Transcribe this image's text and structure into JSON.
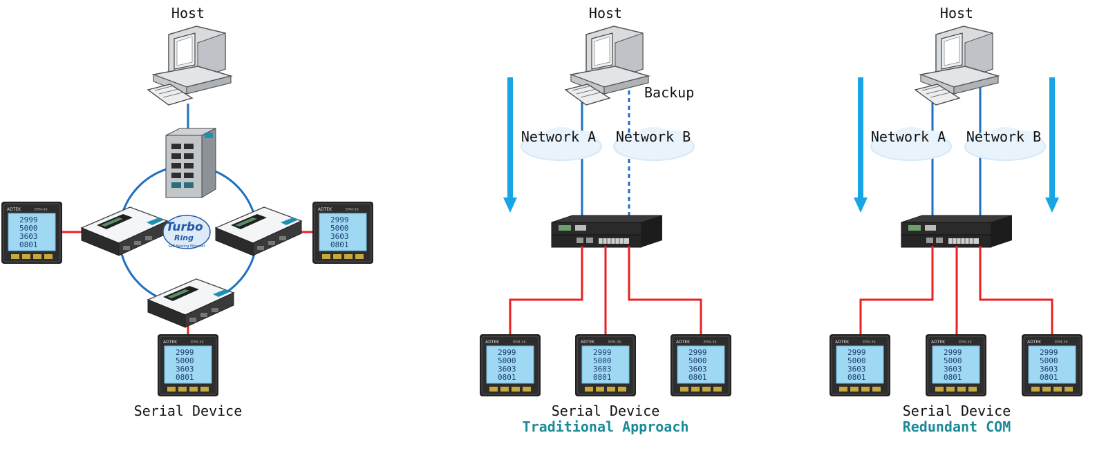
{
  "diagrams": {
    "turbo_ring": {
      "host_label": "Host",
      "device_label": "Serial Device",
      "ring_logo": {
        "line1": "Turbo",
        "line2": "Ring",
        "tagline": "Self-Healing Ethernet"
      }
    },
    "traditional": {
      "host_label": "Host",
      "backup_label": "Backup",
      "network_a": "Network A",
      "network_b": "Network B",
      "device_label": "Serial Device",
      "caption": "Traditional Approach"
    },
    "redundant_com": {
      "host_label": "Host",
      "network_a": "Network A",
      "network_b": "Network B",
      "device_label": "Serial Device",
      "caption": "Redundant COM"
    }
  },
  "meter": {
    "brand": "ADTEK",
    "model": "EPM-36",
    "readings": [
      "2999",
      "5000",
      "3603",
      "0801"
    ]
  },
  "colors": {
    "serial_link": "#e8211f",
    "ethernet_link": "#1d6fc0",
    "accent_text": "#1a8a99",
    "flow_arrow": "#16a6e6",
    "cloud": "#e8f3fb"
  }
}
